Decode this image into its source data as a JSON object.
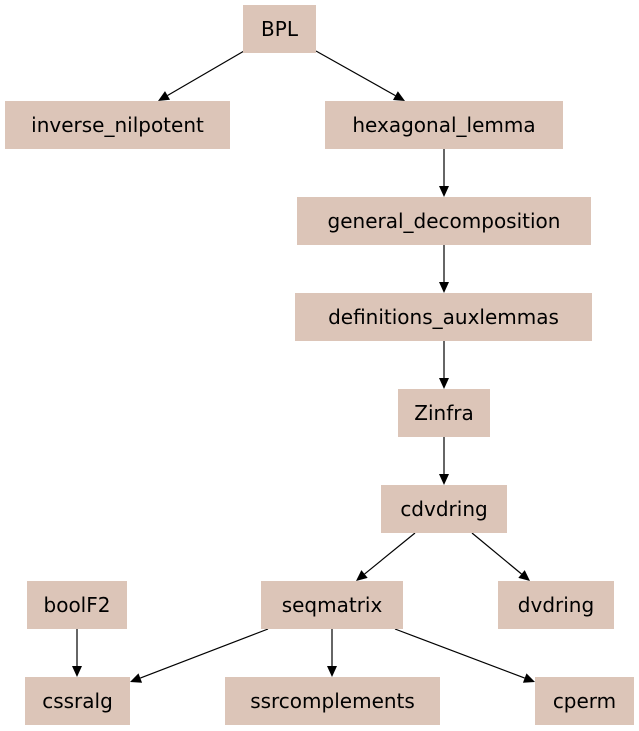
{
  "diagram": {
    "type": "dependency-graph",
    "colors": {
      "node_fill": "#dcc5b8",
      "edge": "#000000",
      "background": "#ffffff"
    },
    "nodes": [
      {
        "id": "BPL",
        "label": "BPL"
      },
      {
        "id": "inverse_nilpotent",
        "label": "inverse_nilpotent"
      },
      {
        "id": "hexagonal_lemma",
        "label": "hexagonal_lemma"
      },
      {
        "id": "general_decomposition",
        "label": "general_decomposition"
      },
      {
        "id": "definitions_auxlemmas",
        "label": "definitions_auxlemmas"
      },
      {
        "id": "Zinfra",
        "label": "Zinfra"
      },
      {
        "id": "cdvdring",
        "label": "cdvdring"
      },
      {
        "id": "boolF2",
        "label": "boolF2"
      },
      {
        "id": "seqmatrix",
        "label": "seqmatrix"
      },
      {
        "id": "dvdring",
        "label": "dvdring"
      },
      {
        "id": "cssralg",
        "label": "cssralg"
      },
      {
        "id": "ssrcomplements",
        "label": "ssrcomplements"
      },
      {
        "id": "cperm",
        "label": "cperm"
      }
    ],
    "edges": [
      {
        "from": "BPL",
        "to": "inverse_nilpotent"
      },
      {
        "from": "BPL",
        "to": "hexagonal_lemma"
      },
      {
        "from": "hexagonal_lemma",
        "to": "general_decomposition"
      },
      {
        "from": "general_decomposition",
        "to": "definitions_auxlemmas"
      },
      {
        "from": "definitions_auxlemmas",
        "to": "Zinfra"
      },
      {
        "from": "Zinfra",
        "to": "cdvdring"
      },
      {
        "from": "cdvdring",
        "to": "seqmatrix"
      },
      {
        "from": "cdvdring",
        "to": "dvdring"
      },
      {
        "from": "boolF2",
        "to": "cssralg"
      },
      {
        "from": "seqmatrix",
        "to": "cssralg"
      },
      {
        "from": "seqmatrix",
        "to": "ssrcomplements"
      },
      {
        "from": "seqmatrix",
        "to": "cperm"
      }
    ]
  }
}
